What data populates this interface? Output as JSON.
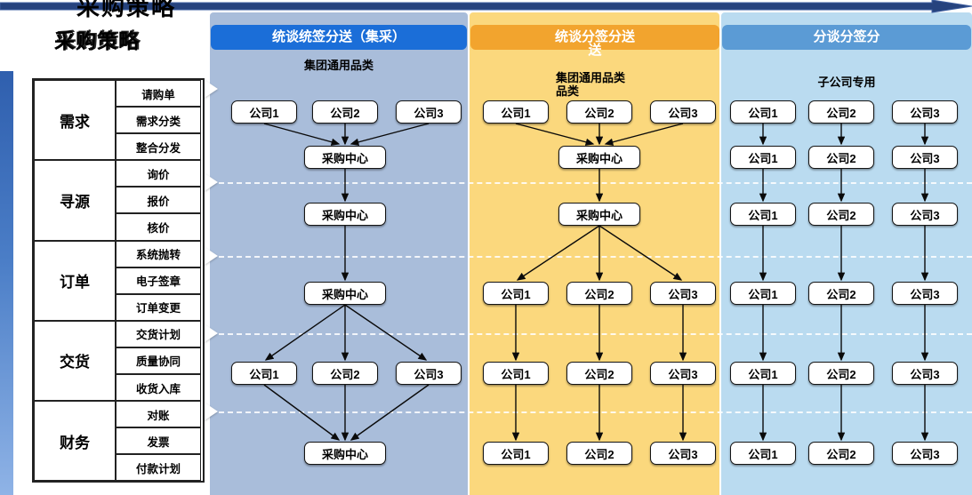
{
  "page_title": "采购策略",
  "colors": {
    "column1_header": "#1b6ed8",
    "column1_bg": "#a9bdda",
    "column2_header": "#f2a42e",
    "column2_bg": "#fbd87d",
    "column3_header": "#5b9bd5",
    "column3_bg": "#badbf0",
    "top_arrow": "#26437e"
  },
  "process_table": {
    "categories": [
      {
        "label": "需求",
        "items": [
          "请购单",
          "需求分类",
          "整合分发"
        ]
      },
      {
        "label": "寻源",
        "items": [
          "询价",
          "报价",
          "核价"
        ]
      },
      {
        "label": "订单",
        "items": [
          "系统抛转",
          "电子签章",
          "订单变更"
        ]
      },
      {
        "label": "交货",
        "items": [
          "交货计划",
          "质量协同",
          "收货入库"
        ]
      },
      {
        "label": "财务",
        "items": [
          "对账",
          "发票",
          "付款计划"
        ]
      }
    ]
  },
  "columns": [
    {
      "header": "统谈统签分送（集采）",
      "subtitle": "集团通用品类",
      "rows": [
        [
          "公司1",
          "公司2",
          "公司3"
        ],
        [
          "采购中心"
        ],
        [
          "采购中心"
        ],
        [
          "采购中心"
        ],
        [
          "公司1",
          "公司2",
          "公司3"
        ],
        [
          "采购中心"
        ]
      ]
    },
    {
      "header": "统谈分签分送\n送",
      "subtitle": "集团通用品类\n品类",
      "rows": [
        [
          "公司1",
          "公司2",
          "公司3"
        ],
        [
          "采购中心"
        ],
        [
          "采购中心"
        ],
        [
          "公司1",
          "公司2",
          "公司3"
        ],
        [
          "公司1",
          "公司2",
          "公司3"
        ],
        [
          "公司1",
          "公司2",
          "公司3"
        ]
      ]
    },
    {
      "header": "分谈分签分",
      "subtitle": "子公司专用",
      "rows": [
        [
          "公司1",
          "公司2",
          "公司3"
        ],
        [
          "公司1",
          "公司2",
          "公司3"
        ],
        [
          "公司1",
          "公司2",
          "公司3"
        ],
        [
          "公司1",
          "公司2",
          "公司3"
        ],
        [
          "公司1",
          "公司2",
          "公司3"
        ],
        [
          "公司1",
          "公司2",
          "公司3"
        ]
      ]
    }
  ]
}
